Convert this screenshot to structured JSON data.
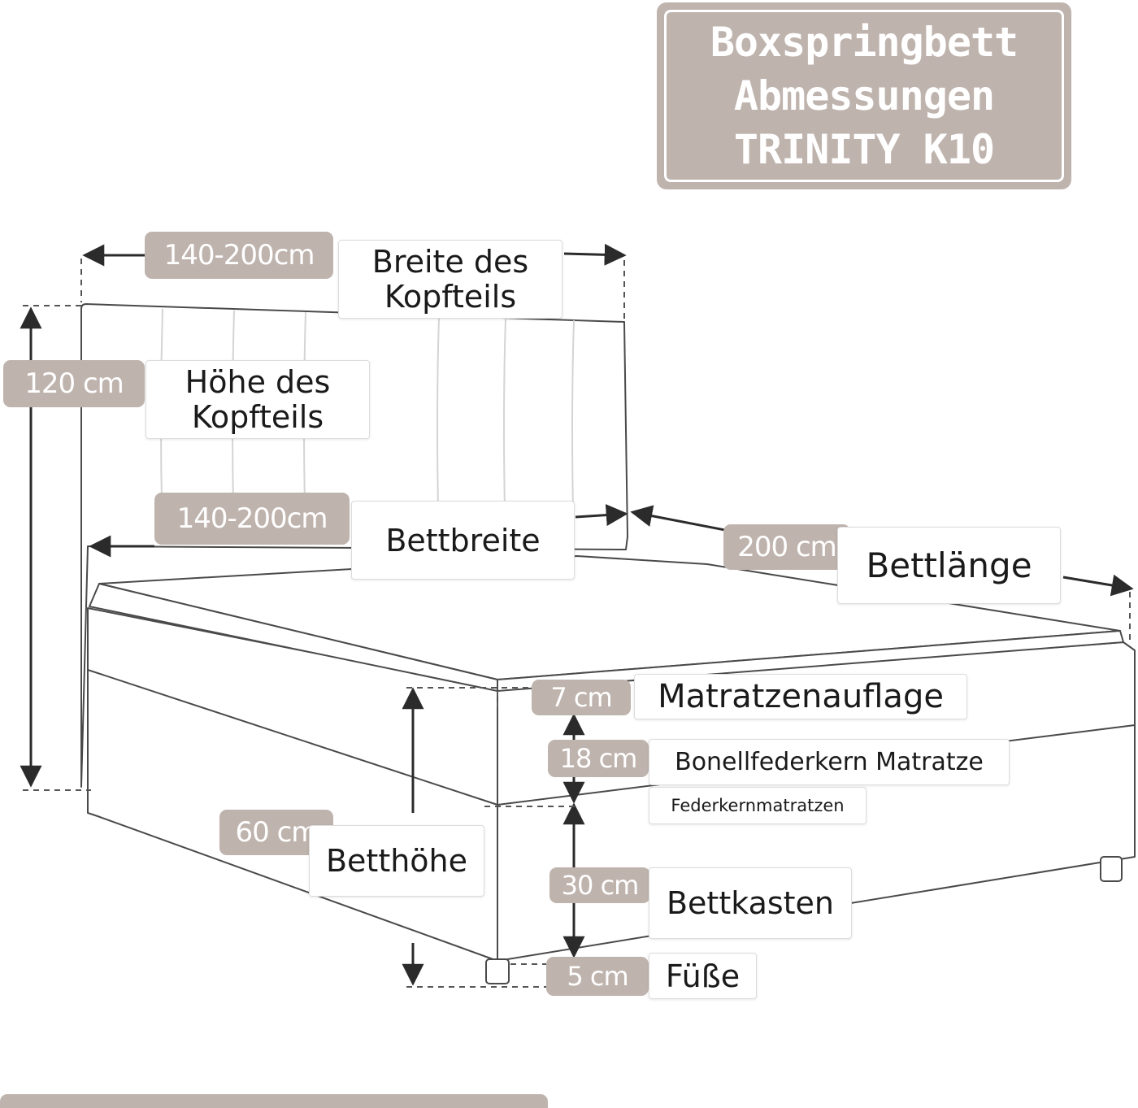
{
  "title": {
    "line1": "Boxspringbett",
    "line2": "Abmessungen",
    "line3": "TRINITY K10"
  },
  "dimensions": {
    "headboard_width": {
      "value": "140-200cm",
      "label_line1": "Breite des",
      "label_line2": "Kopfteils"
    },
    "headboard_height": {
      "value": "120 cm",
      "label_line1": "Höhe des",
      "label_line2": "Kopfteils"
    },
    "bed_width": {
      "value": "140-200cm",
      "label": "Bettbreite"
    },
    "bed_length": {
      "value": "200 cm",
      "label": "Bettlänge"
    },
    "topper": {
      "value": "7 cm",
      "label": "Matratzenauflage"
    },
    "mattress": {
      "value": "18 cm",
      "label": "Bonellfederkern Matratze",
      "sublabel": "Federkernmatratzen"
    },
    "bed_height": {
      "value": "60 cm",
      "label": "Betthöhe"
    },
    "bed_box": {
      "value": "30 cm",
      "label": "Bettkasten"
    },
    "feet": {
      "value": "5 cm",
      "label": "Füße"
    }
  },
  "colors": {
    "accent": "#bfb3ad",
    "line": "#2b2b2b",
    "outline": "#4a4a4a",
    "background": "#ffffff"
  }
}
